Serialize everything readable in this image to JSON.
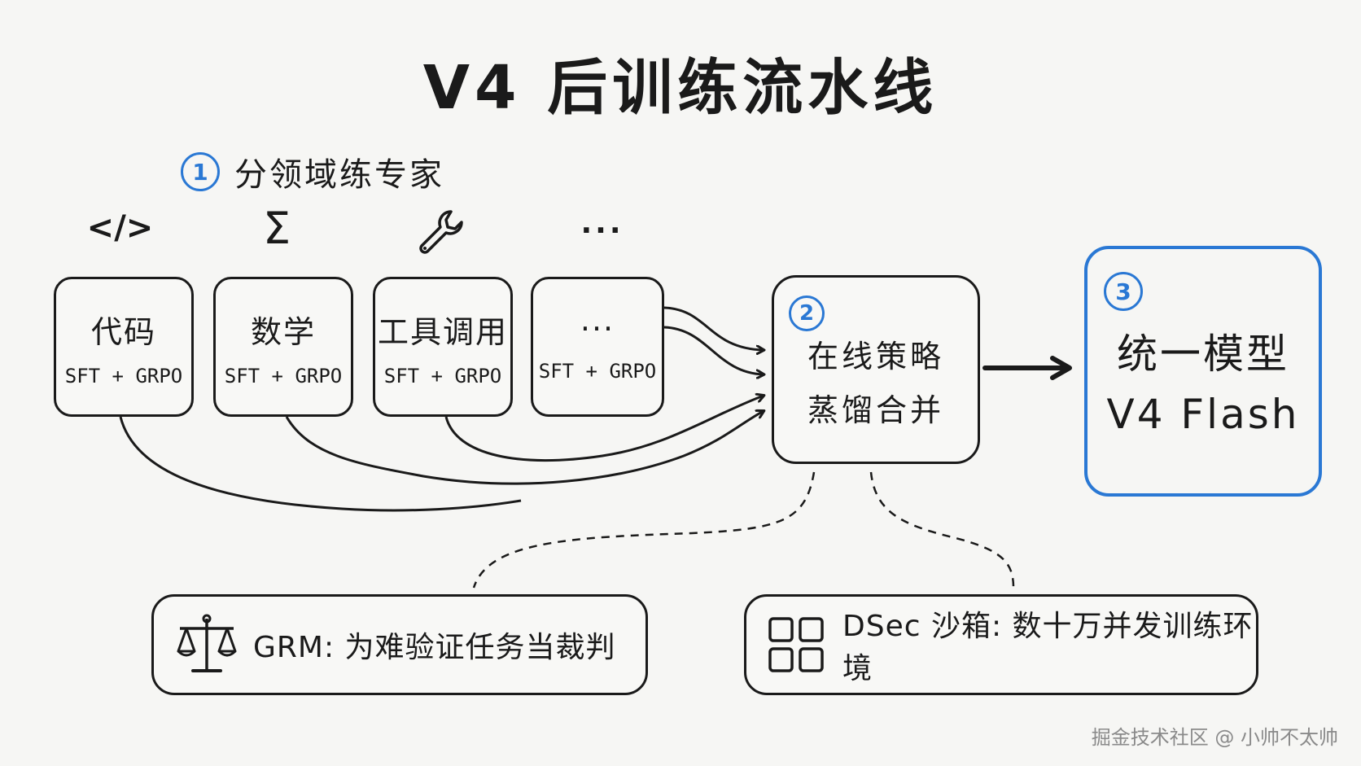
{
  "title": "V4 后训练流水线",
  "step1": {
    "number": "1",
    "label": "分领域练专家"
  },
  "experts": [
    {
      "icon": "code-icon",
      "glyph": "</>",
      "name": "代码",
      "method": "SFT + GRPO"
    },
    {
      "icon": "sigma-icon",
      "glyph": "Σ",
      "name": "数学",
      "method": "SFT + GRPO"
    },
    {
      "icon": "wrench-icon",
      "glyph": "",
      "name": "工具调用",
      "method": "SFT + GRPO"
    },
    {
      "icon": "ellipsis-icon",
      "glyph": "···",
      "name": "···",
      "method": "SFT + GRPO"
    }
  ],
  "step2": {
    "number": "2",
    "line1": "在线策略",
    "line2": "蒸馏合并"
  },
  "step3": {
    "number": "3",
    "line1": "统一模型",
    "line2": "V4 Flash"
  },
  "grm": {
    "icon": "scales-icon",
    "text": "GRM: 为难验证任务当裁判"
  },
  "dsec": {
    "icon": "grid-icon",
    "text": "DSec 沙箱: 数十万并发训练环境"
  },
  "watermark": "掘金技术社区 @ 小帅不太帅",
  "colors": {
    "accent": "#2a78d4",
    "ink": "#1a1a1a",
    "background": "#f6f6f4"
  }
}
